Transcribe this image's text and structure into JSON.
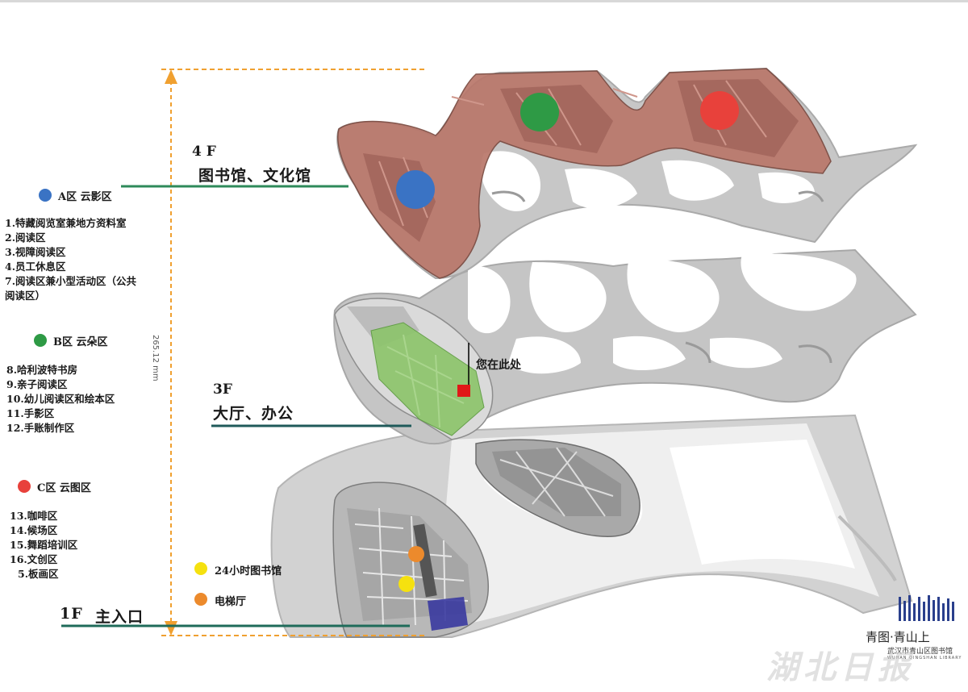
{
  "zones": [
    {
      "name": "A区 云影区",
      "color": "#3a73c4",
      "items": [
        "1.特藏阅览室兼地方资料室",
        "2.阅读区",
        "3.视障阅读区",
        "4.员工休息区",
        "7.阅读区兼小型活动区（公共",
        "阅读区）"
      ]
    },
    {
      "name": "B区 云朵区",
      "color": "#2e9a45",
      "items": [
        "8.哈利波特书房",
        "9.亲子阅读区",
        "10.幼儿阅读区和绘本区",
        "11.手影区",
        "12.手账制作区"
      ]
    },
    {
      "name": "C区 云图区",
      "color": "#e8413b",
      "items": [
        "13.咖啡区",
        "14.候场区",
        "15.舞蹈培训区",
        "16.文创区",
        "5.板画区"
      ]
    }
  ],
  "facilities": [
    {
      "name": "24小时图书馆",
      "color": "#f5e10f"
    },
    {
      "name": "电梯厅",
      "color": "#ec8a2c"
    }
  ],
  "floors": {
    "f4": {
      "code": "4 F",
      "name": "图书馆、文化馆"
    },
    "f3": {
      "code": "3F",
      "name": "大厅、办公"
    },
    "f1": {
      "code": "1F",
      "name": "主入口"
    }
  },
  "dimension": "265.12 mm",
  "you_are_here": "您在此处",
  "logo": {
    "title": "青图·青山上",
    "subtitle": "武汉市青山区图书馆",
    "english": "WUHAN QINGSHAN LIBRARY"
  },
  "watermark": "湖北日报",
  "colors": {
    "line": "#1f6b5a",
    "dim": "#f0a030",
    "floor4": "#b9776a",
    "floor3_green": "#8cc46a",
    "structure": "#c8c8c8"
  }
}
